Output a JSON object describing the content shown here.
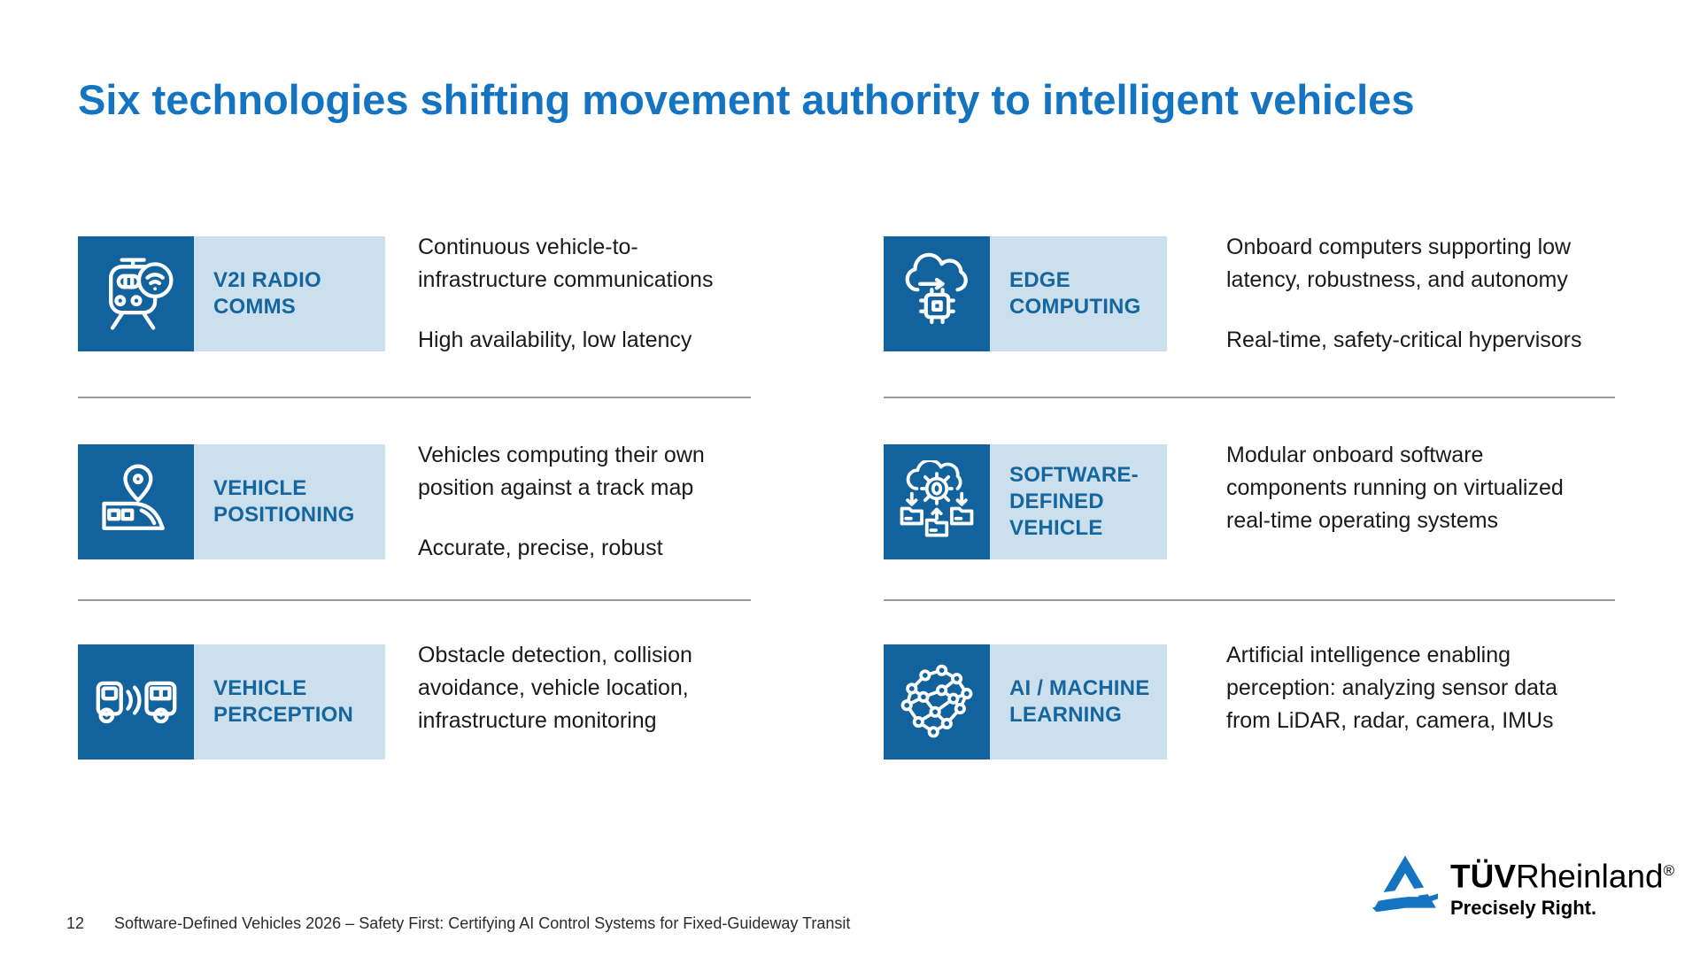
{
  "slide": {
    "title": "Six technologies shifting movement authority to intelligent vehicles",
    "colors": {
      "title_blue": "#1474c2",
      "icon_box_blue": "#12629e",
      "label_box_light_blue": "#ccdfed",
      "label_text_blue": "#15669f",
      "divider_gray": "#9a9a9a",
      "body_text": "#1a1a1a"
    },
    "items": [
      {
        "icon": "tram-wifi-icon",
        "label": "V2I RADIO\nCOMMS",
        "paragraphs": [
          "Continuous vehicle-to-\ninfrastructure communications",
          "High availability, low latency"
        ]
      },
      {
        "icon": "cloud-chip-icon",
        "label": "EDGE\nCOMPUTING",
        "paragraphs": [
          "Onboard computers supporting low\nlatency, robustness, and autonomy",
          "Real-time, safety-critical hypervisors"
        ]
      },
      {
        "icon": "map-pin-train-icon",
        "label": "VEHICLE\nPOSITIONING",
        "paragraphs": [
          "Vehicles computing their own\nposition against a track map",
          "Accurate, precise, robust"
        ]
      },
      {
        "icon": "cloud-gear-folders-icon",
        "label": "SOFTWARE-\nDEFINED\nVEHICLE",
        "paragraphs": [
          "Modular onboard software\ncomponents running on virtualized\nreal-time operating systems"
        ]
      },
      {
        "icon": "vehicle-perception-waves-icon",
        "label": "VEHICLE\nPERCEPTION",
        "paragraphs": [
          "Obstacle detection, collision\navoidance, vehicle location,\ninfrastructure monitoring"
        ]
      },
      {
        "icon": "neural-brain-icon",
        "label": "AI / MACHINE\nLEARNING",
        "paragraphs": [
          "Artificial intelligence enabling\nperception: analyzing sensor data\nfrom LiDAR, radar, camera, IMUs"
        ]
      }
    ],
    "footer": {
      "page_number": "12",
      "text": "Software-Defined Vehicles 2026 – Safety First: Certifying AI Control Systems for Fixed-Guideway Transit"
    },
    "logo": {
      "brand_bold": "TÜV",
      "brand_regular": "Rheinland",
      "registered_mark": "®",
      "tagline": "Precisely Right."
    }
  }
}
